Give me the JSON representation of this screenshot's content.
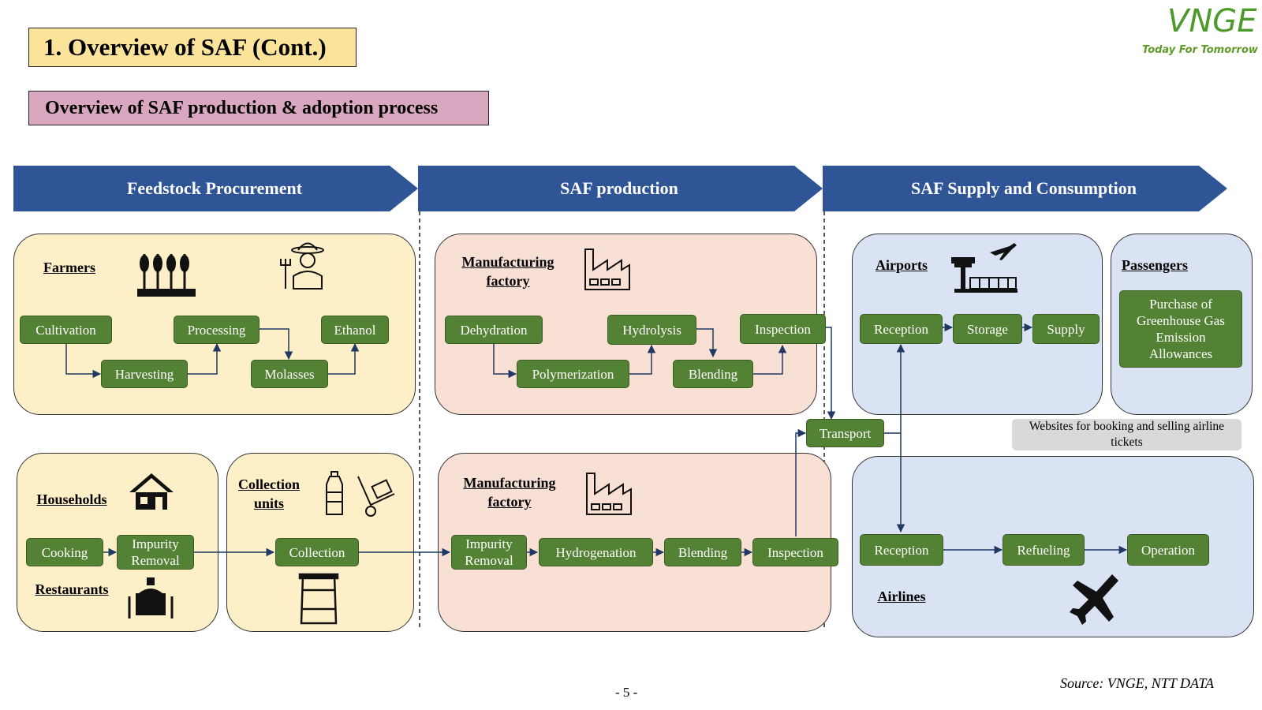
{
  "header": {
    "title": "1. Overview of SAF (Cont.)",
    "subtitle": "Overview of SAF production & adoption process",
    "logo_text": "VNGE",
    "logo_tagline": "Today For Tomorrow"
  },
  "stages": [
    "Feedstock Procurement",
    "SAF production",
    "SAF Supply and Consumption"
  ],
  "feedstock": {
    "farmers_label": "Farmers",
    "farm_steps": [
      "Cultivation",
      "Harvesting",
      "Processing",
      "Molasses",
      "Ethanol"
    ],
    "households_label": "Households",
    "restaurants_label": "Restaurants",
    "household_steps": [
      "Cooking",
      "Impurity Removal"
    ],
    "collection_label": "Collection units",
    "collection_step": "Collection"
  },
  "production": {
    "factory_label": "Manufacturing factory",
    "top_steps": [
      "Dehydration",
      "Polymerization",
      "Hydrolysis",
      "Blending",
      "Inspection"
    ],
    "bottom_steps": [
      "Impurity Removal",
      "Hydrogenation",
      "Blending",
      "Inspection"
    ],
    "transport": "Transport"
  },
  "supply": {
    "airports_label": "Airports",
    "airport_steps": [
      "Reception",
      "Storage",
      "Supply"
    ],
    "passengers_label": "Passengers",
    "passenger_item": "Purchase of Greenhouse Gas Emission Allowances",
    "websites_note": "Websites for booking and selling airline tickets",
    "airlines_label": "Airlines",
    "airline_steps": [
      "Reception",
      "Refueling",
      "Operation"
    ]
  },
  "icons": [
    "wheat-icon",
    "farmer-icon",
    "factory-icon",
    "control-tower-icon",
    "airplane-icon",
    "house-icon",
    "bottle-icon",
    "hand-truck-icon",
    "restaurant-table-icon",
    "barrel-icon"
  ],
  "colors": {
    "stage_blue": "#2f5597",
    "step_green": "#548235",
    "feedstock_bg": "#fdf0c8",
    "production_bg": "#f9e0d5",
    "supply_bg": "#dae3f3"
  },
  "footer": {
    "page": "- 5 -",
    "source": "Source: VNGE, NTT DATA"
  }
}
